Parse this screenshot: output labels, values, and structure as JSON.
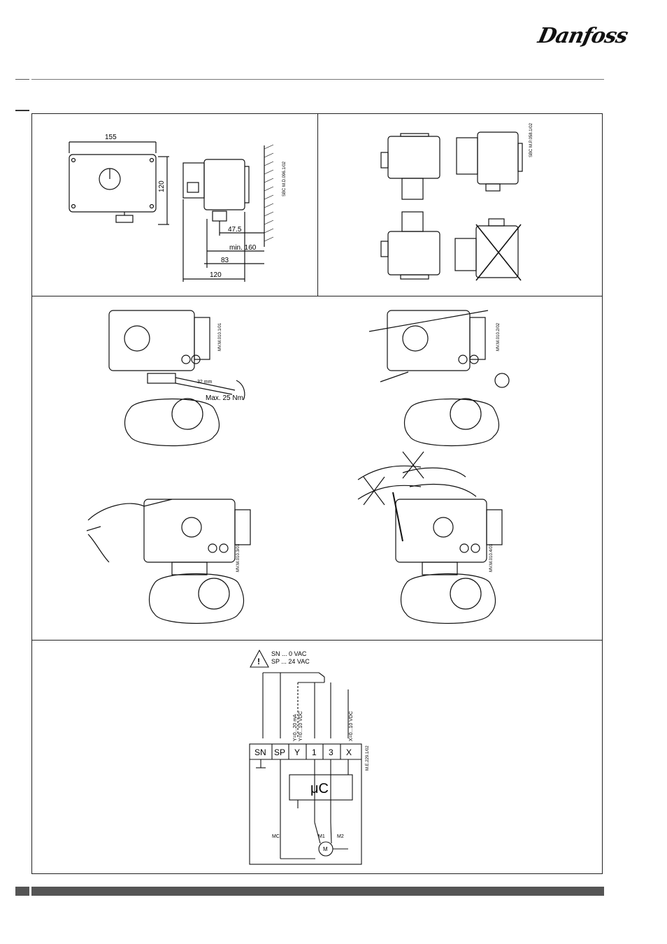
{
  "brand": {
    "logo_text": "Danfoss"
  },
  "dimensions": {
    "width_155": "155",
    "height_120": "120",
    "depth_47_5": "47.5",
    "min_160": "min. 160",
    "depth_83": "83",
    "depth_120": "120",
    "ref_code_1": "SBC\nM.D.096.1/02"
  },
  "orientation": {
    "ref_code": "SBC\nM.P.058.1/02"
  },
  "mounting": {
    "wrench_size": "32 mm",
    "torque": "Max. 25 Nm",
    "ref1": "MV.M.010.1/01",
    "ref2": "MV.M.010.2/02",
    "ref3": "MV.M.010.3/01",
    "ref4": "MV.M.010.4/01"
  },
  "wiring": {
    "sn_note": "SN ... 0 VAC",
    "sp_note": "SP ... 24 VAC",
    "terminals": [
      "SN",
      "SP",
      "Y",
      "1",
      "3",
      "X"
    ],
    "y_label": "Y=0...10 VDC",
    "y_label2": "Y=0...20 mA",
    "x_label": "X=0...10 VDC",
    "controller": "μC",
    "mc": "MC",
    "m1": "M1",
    "m2": "M2",
    "motor": "M",
    "ref": "M.E.229.1/02"
  }
}
